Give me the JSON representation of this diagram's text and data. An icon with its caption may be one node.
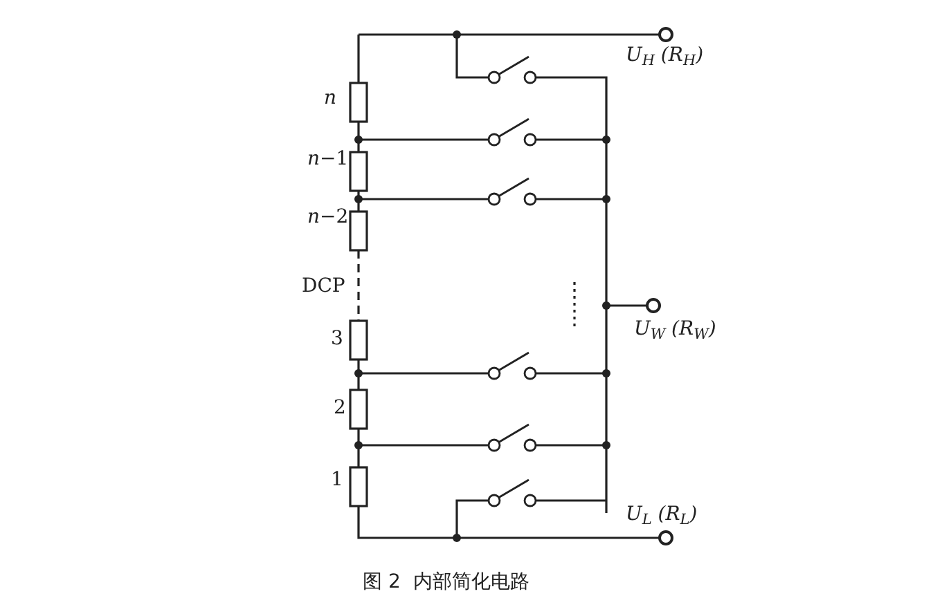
{
  "diagram": {
    "caption": "图 2  内部简化电路",
    "labels": [
      "U$_{H}$ (R$_{H}$)",
      "*n*",
      "*n*−1",
      "*n*−2",
      "DCP",
      "U$_{W}$ (R$_{W}$)",
      "3",
      "2",
      "1",
      "U$_{L}$ (R$_{L}$)"
    ]
  }
}
